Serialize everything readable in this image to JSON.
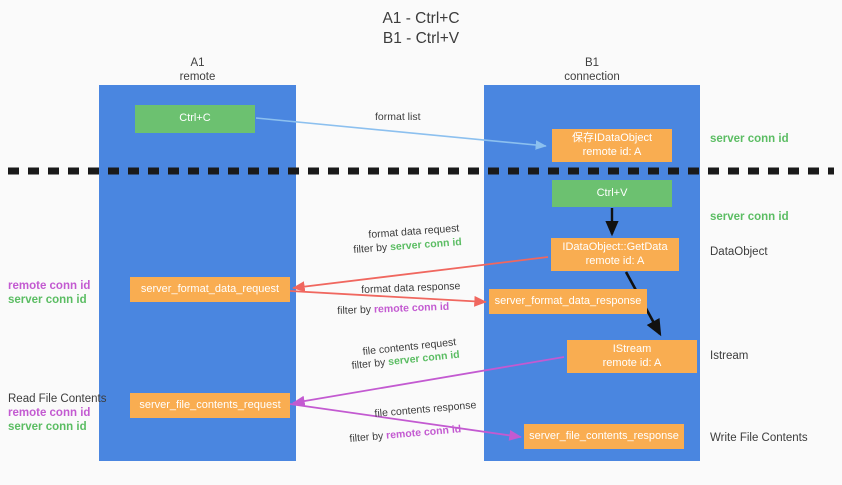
{
  "title": {
    "line1": "A1 - Ctrl+C",
    "line2": "B1 - Ctrl+V"
  },
  "lanes": [
    {
      "name": "A1",
      "subtitle": "remote",
      "color": "#4a86e0"
    },
    {
      "name": "B1",
      "subtitle": "connection",
      "color": "#4a86e0"
    }
  ],
  "colors": {
    "lane": "#4a86e0",
    "green_node": "#6cc170",
    "orange_node": "#f9ad51",
    "server_conn_id": "#5bbd63",
    "remote_conn_id": "#c35ad1",
    "arrow_blue": "#8cc0ef",
    "arrow_red": "#f0675f",
    "arrow_purple": "#c35ad1",
    "arrow_black": "#000000",
    "divider": "#1a1a1a"
  },
  "nodes": {
    "ctrl_c": {
      "label": "Ctrl+C",
      "style": "green"
    },
    "save_idataobject": {
      "line1": "保存IDataObject",
      "line2": "remote id: A",
      "style": "orange"
    },
    "ctrl_v": {
      "label": "Ctrl+V",
      "style": "green"
    },
    "getdata": {
      "line1": "IDataObject::GetData",
      "line2": "remote id: A",
      "style": "orange"
    },
    "istream": {
      "line1": "IStream",
      "line2": "remote id: A",
      "style": "orange"
    },
    "server_format_data_request": {
      "label": "server_format_data_request",
      "style": "orange"
    },
    "server_format_data_response": {
      "label": "server_format_data_response",
      "style": "orange"
    },
    "server_file_contents_request": {
      "label": "server_file_contents_request",
      "style": "orange"
    },
    "server_file_contents_response": {
      "label": "server_file_contents_response",
      "style": "orange"
    }
  },
  "edge_labels": {
    "format_list": "format list",
    "format_data_request": "format data request",
    "format_data_request_filter_prefix": "filter by ",
    "format_data_request_filter_value": "server conn id",
    "format_data_response": "format data response",
    "format_data_response_filter_prefix": "filter by ",
    "format_data_response_filter_value": "remote conn id",
    "file_contents_request": "file contents request",
    "file_contents_request_filter_prefix": "filter by ",
    "file_contents_request_filter_value": "server conn id",
    "file_contents_response": "file contents response",
    "file_contents_response_filter_prefix": "filter by ",
    "file_contents_response_filter_value": "remote conn id"
  },
  "right_labels": {
    "server_conn_id_top": "server conn id",
    "server_conn_id_mid": "server conn id",
    "dataobject": "DataObject",
    "istream": "Istream",
    "write_file_contents": "Write File Contents"
  },
  "left_labels": {
    "remote_conn_id_1": "remote conn id",
    "server_conn_id_1": "server conn id",
    "read_file_contents": "Read File Contents",
    "remote_conn_id_2": "remote conn id",
    "server_conn_id_2": "server conn id"
  }
}
